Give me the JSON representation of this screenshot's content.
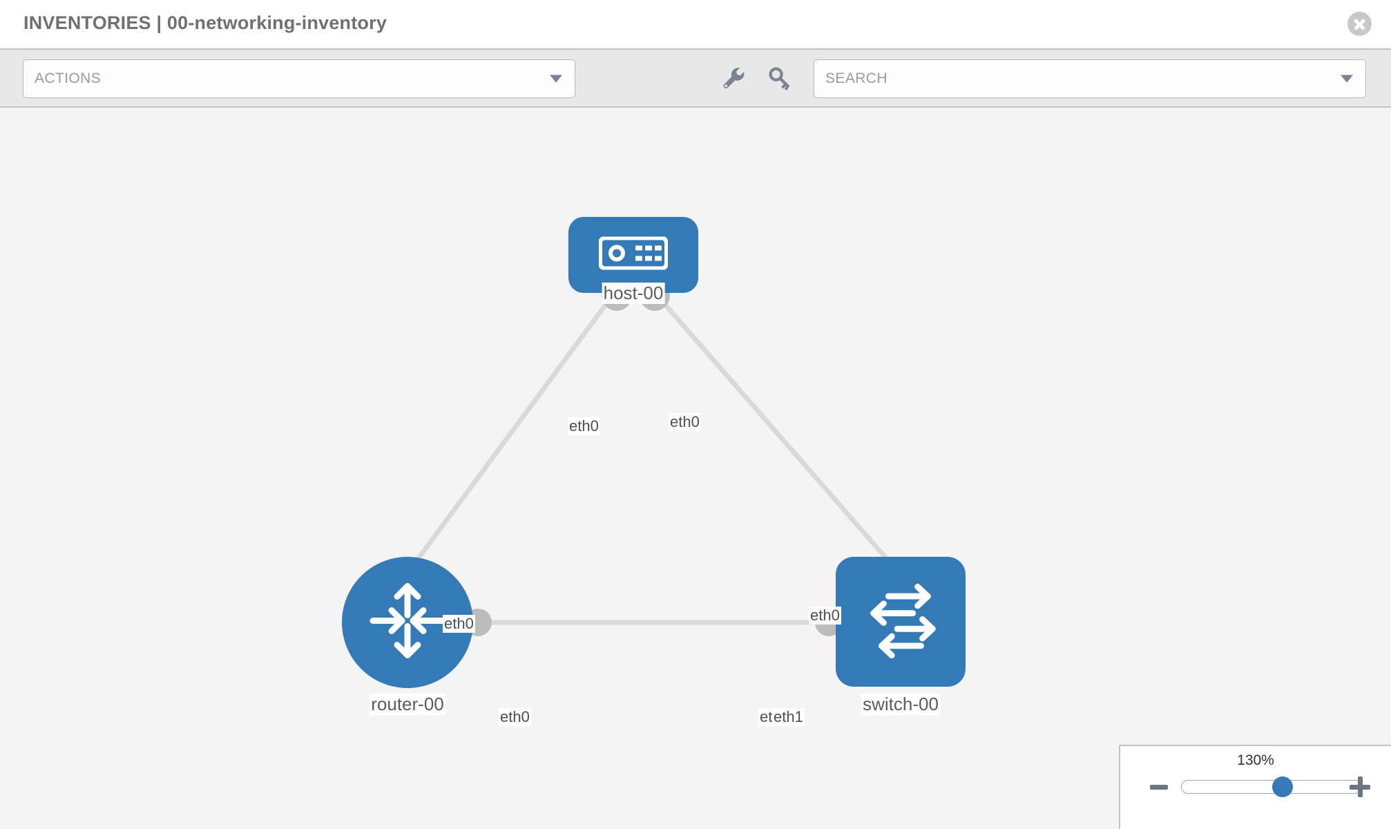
{
  "header": {
    "title": "INVENTORIES | 00-networking-inventory",
    "close_icon": "close-circle-icon"
  },
  "toolbar": {
    "actions_label": "ACTIONS",
    "search_placeholder": "SEARCH",
    "wrench_icon": "wrench-icon",
    "key_icon": "key-icon"
  },
  "topology": {
    "nodes": [
      {
        "id": "host-00",
        "label": "host-00",
        "icon": "server-icon",
        "color": "#337ab7",
        "shape": "rounded-rect"
      },
      {
        "id": "router-00",
        "label": "router-00",
        "icon": "router-arrows-icon",
        "color": "#337ab7",
        "shape": "circle"
      },
      {
        "id": "switch-00",
        "label": "switch-00",
        "icon": "switch-arrows-icon",
        "color": "#337ab7",
        "shape": "rounded-square"
      }
    ],
    "interfaces": {
      "host_left": "eth0",
      "host_right": "eth0",
      "router_up": "eth0",
      "switch_up": "eth0",
      "router_right": "eth0",
      "switch_left_hidden": "eth",
      "switch_left": "eth1"
    },
    "link_color": "#d9d9d9",
    "connector_color": "#bcbcbc"
  },
  "zoom_control": {
    "level": "130%",
    "minus_label": "zoom-out",
    "plus_label": "zoom-in",
    "slider_position_pct": 57
  }
}
